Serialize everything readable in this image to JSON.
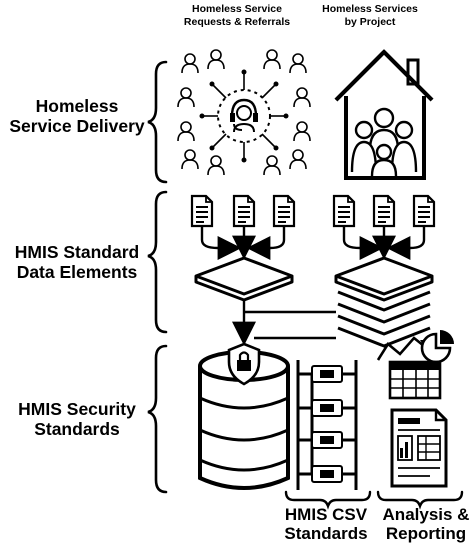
{
  "columns": {
    "requests_label": "Homeless Service\nRequests & Referrals",
    "projects_label": "Homeless Services\nby Project"
  },
  "stages": {
    "delivery_label": "Homeless\nService Delivery",
    "data_elements_label": "HMIS Standard\nData Elements",
    "security_label": "HMIS Security\nStandards"
  },
  "outputs": {
    "csv_label": "HMIS CSV\nStandards",
    "reporting_label": "Analysis &\nReporting"
  },
  "colors": {
    "ink": "#000000",
    "paper": "#ffffff"
  },
  "icons": [
    "people-network-icon",
    "headset-icon",
    "house-family-icon",
    "document-icon",
    "stacked-layers-icon",
    "database-icon",
    "lock-shield-icon",
    "server-tree-icon",
    "spreadsheet-icon",
    "report-chart-icon"
  ]
}
